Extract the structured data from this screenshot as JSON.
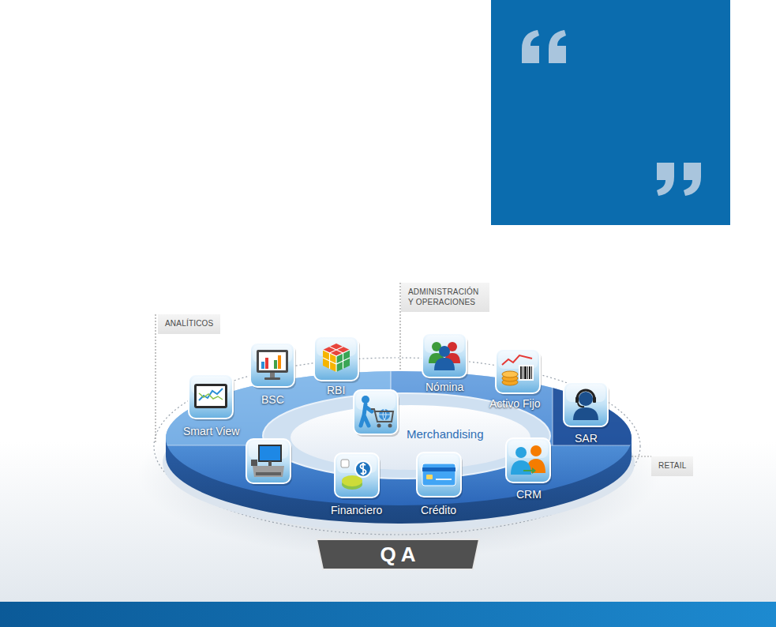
{
  "diagram": {
    "nodes": [
      {
        "text": [
          "ADMINISTRACIÓN Y OPERACIONES"
        ]
      },
      {
        "text": [
          "ANALÍTICOS"
        ]
      },
      {
        "text": [
          "BSC"
        ]
      },
      {
        "text": [
          "RBI"
        ]
      },
      {
        "text": [
          "Nómina"
        ]
      },
      {
        "text": [
          "Activo Fijo"
        ]
      },
      {
        "text": [
          "Smart View"
        ]
      },
      {
        "text": [
          "Merchandising"
        ]
      },
      {
        "text": [
          "SAR"
        ]
      },
      {
        "text": [
          "RETAIL"
        ]
      },
      {
        "text": [
          "Financiero"
        ]
      },
      {
        "text": [
          "Crédito"
        ]
      },
      {
        "text": [
          "CRM"
        ]
      },
      {
        "text": [
          "QA"
        ]
      }
    ]
  }
}
